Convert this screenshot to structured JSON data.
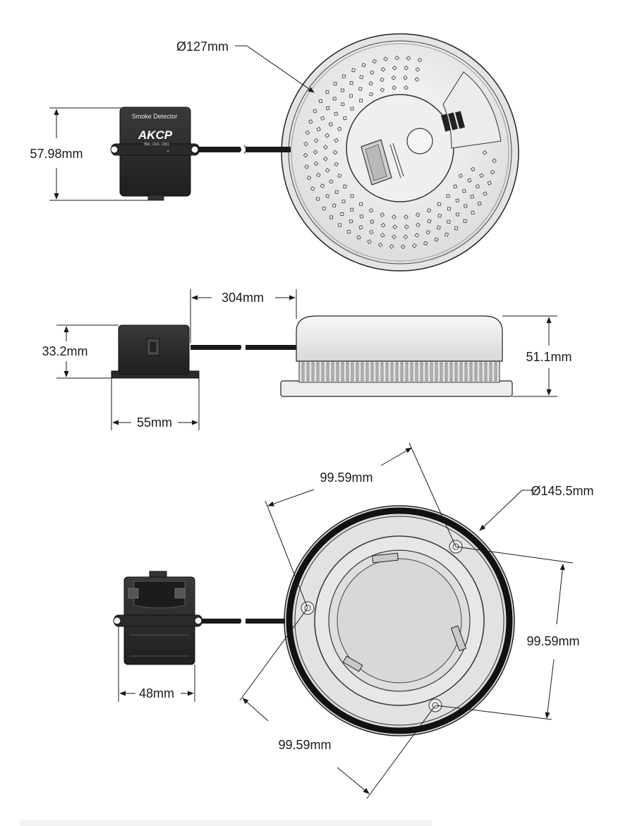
{
  "views": {
    "top": {
      "diameter_label": "Ø127mm",
      "box_height_label": "57.98mm",
      "box_title": "Smoke Detector",
      "brand": "AKCP",
      "brand_sub": "Bkk, USA, 1981"
    },
    "side": {
      "cable_length_label": "304mm",
      "box_height_label": "33.2mm",
      "detector_height_label": "51.1mm",
      "box_width_label": "55mm"
    },
    "bottom": {
      "mount_spacing_top_label": "99.59mm",
      "base_diameter_label": "Ø145.5mm",
      "mount_spacing_right_label": "99.59mm",
      "mount_spacing_bottom_label": "99.59mm",
      "box_width_label": "48mm"
    }
  },
  "colors": {
    "line": "#1a1a1a",
    "box": "#2b2b2b",
    "detector_fill": "#eeeeee",
    "dark_ring": "#111111"
  }
}
